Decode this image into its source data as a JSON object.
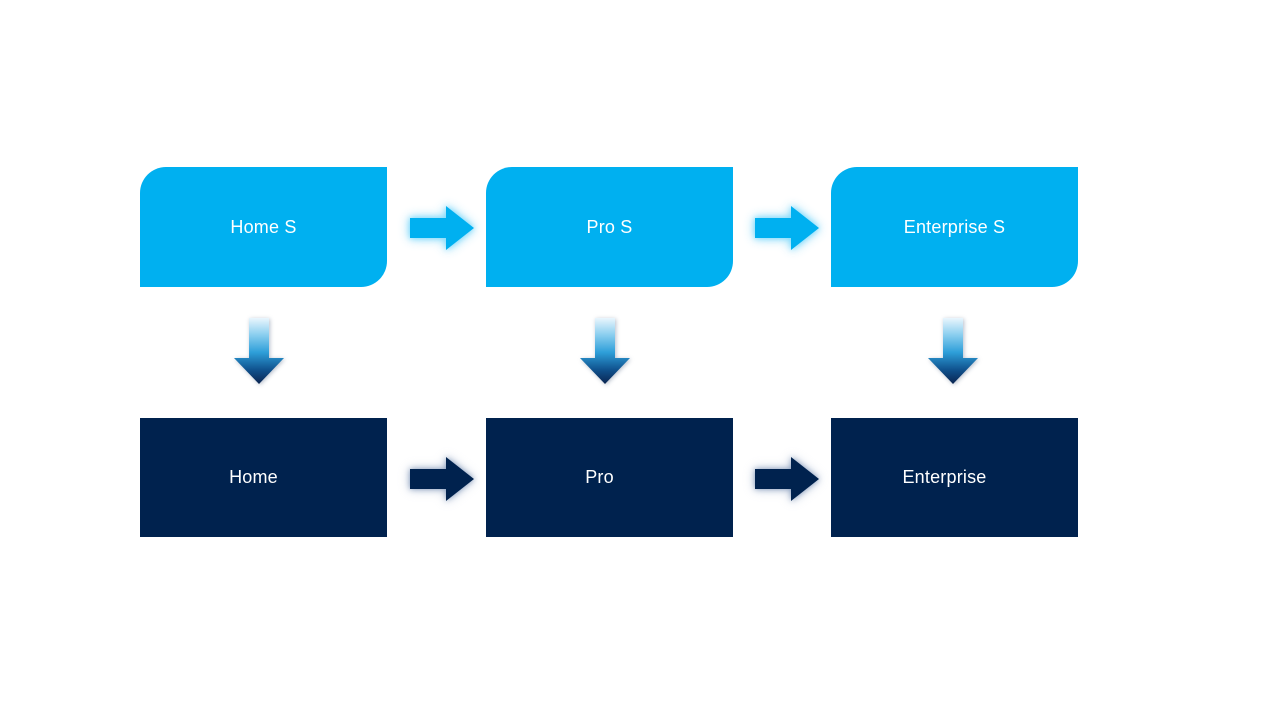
{
  "page": {
    "background": "#FFFFFF"
  },
  "colors": {
    "top_node_fill": "#00B0F0",
    "bottom_node_fill": "#00224E",
    "label_color": "#FFFFFF",
    "top_arrow_fill": "#00B0F0",
    "bottom_arrow_fill": "#00224E",
    "down_arrow_gradient_top": "#EAF6FD",
    "down_arrow_gradient_light": "#8CCFEF",
    "down_arrow_gradient_mid": "#2E9FD9",
    "down_arrow_gradient_deep": "#10538F",
    "down_arrow_gradient_bottom": "#0A2450"
  },
  "flowchart": {
    "columns": [
      {
        "top": {
          "label": "Home S"
        },
        "bottom": {
          "label": "Home"
        }
      },
      {
        "top": {
          "label": "Pro S"
        },
        "bottom": {
          "label": "Pro"
        }
      },
      {
        "top": {
          "label": "Enterprise S"
        },
        "bottom": {
          "label": "Enterprise"
        }
      }
    ]
  }
}
